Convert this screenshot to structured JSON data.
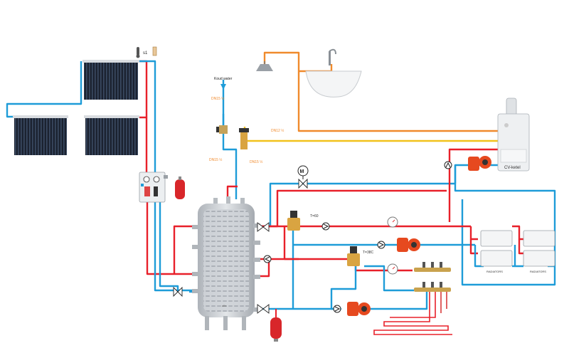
{
  "labels": {
    "cold_water": "Koud water",
    "dn_cold_top": "DN15 ½",
    "dn_yellow": "DN12 ½",
    "dn_cold_mid": "DN15 ½",
    "dn_tank_inlet": "DN15 ½",
    "panel_marker": "s1",
    "boiler": "CV-ketel",
    "mixer_top": "T=60",
    "mixer_mid": "T=38C",
    "radiators_a": "RADIATORS",
    "radiators_b": "RADIATORS",
    "tank_brand": "alfa"
  },
  "colors": {
    "hot": "#e8202a",
    "cold": "#1e9cd8",
    "dhw": "#f08a2c",
    "yellow": "#f2c21b",
    "panel": "#1b2230",
    "tank": "#c9cdd2",
    "pump": "#e6491f",
    "expansion": "#d8262a"
  }
}
